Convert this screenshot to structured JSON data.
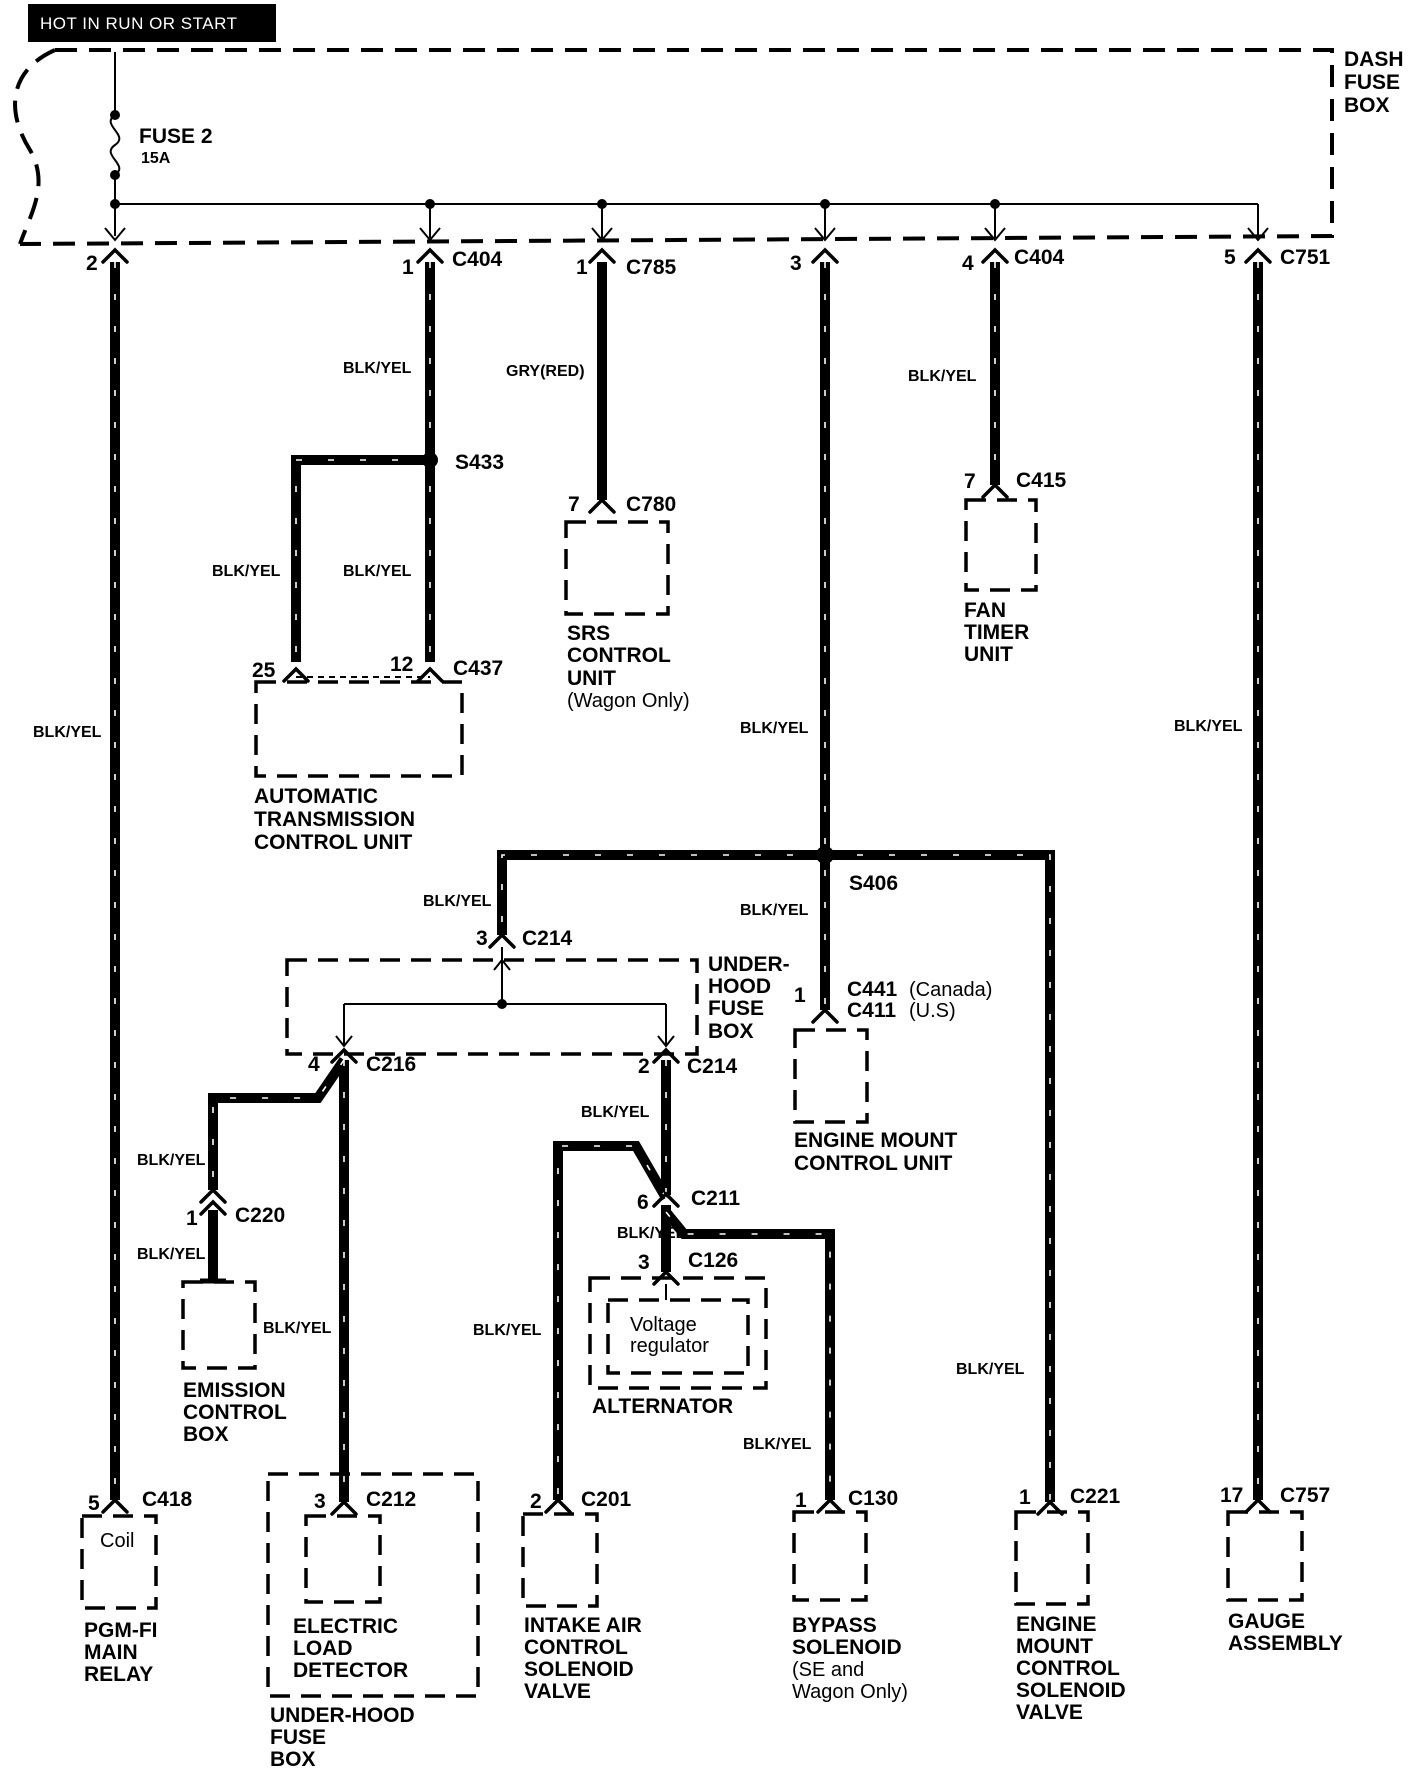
{
  "header": {
    "banner": "HOT IN RUN OR START"
  },
  "dash_fuse_box": {
    "label_lines": [
      "DASH",
      "FUSE",
      "BOX"
    ]
  },
  "fuse": {
    "name": "FUSE 2",
    "rating": "15A"
  },
  "wire_color": "BLK/YEL",
  "wire_color_srs": "GRY(RED)",
  "top_terminals": [
    {
      "pin": "2",
      "connector": ""
    },
    {
      "pin": "1",
      "connector": "C404"
    },
    {
      "pin": "1",
      "connector": "C785"
    },
    {
      "pin": "3",
      "connector": ""
    },
    {
      "pin": "4",
      "connector": "C404"
    },
    {
      "pin": "5",
      "connector": "C751"
    }
  ],
  "splices": {
    "s433": "S433",
    "s406": "S406"
  },
  "atcu": {
    "pin_a": "25",
    "pin_b": "12",
    "connector": "C437",
    "label_lines": [
      "AUTOMATIC",
      "TRANSMISSION",
      "CONTROL UNIT"
    ]
  },
  "srs": {
    "pin": "7",
    "connector": "C780",
    "label_lines": [
      "SRS",
      "CONTROL",
      "UNIT"
    ],
    "note": "(Wagon Only)"
  },
  "fan_timer": {
    "pin": "7",
    "connector": "C415",
    "label_lines": [
      "FAN",
      "TIMER",
      "UNIT"
    ]
  },
  "underhood_fuse_box": {
    "label_lines": [
      "UNDER-",
      "HOOD",
      "FUSE",
      "BOX"
    ],
    "in_pin": "3",
    "in_connector": "C214",
    "out_left_pin": "4",
    "out_left_connector": "C216",
    "out_right_pin": "2",
    "out_right_connector": "C214"
  },
  "engine_mount_cu": {
    "pin": "1",
    "connector_1": "C441",
    "connector_1_note": "(Canada)",
    "connector_2": "C411",
    "connector_2_note": "(U.S)",
    "label_lines": [
      "ENGINE MOUNT",
      "CONTROL UNIT"
    ]
  },
  "emission_control": {
    "pin": "1",
    "connector": "C220",
    "label_lines": [
      "EMISSION",
      "CONTROL",
      "BOX"
    ]
  },
  "c211": {
    "pin": "6",
    "connector": "C211"
  },
  "alternator": {
    "pin": "3",
    "connector": "C126",
    "inner_lines": [
      "Voltage",
      "regulator"
    ],
    "label": "ALTERNATOR"
  },
  "pgm_fi": {
    "pin": "5",
    "connector": "C418",
    "inner": "Coil",
    "label_lines": [
      "PGM-FI",
      "MAIN",
      "RELAY"
    ]
  },
  "eld": {
    "pin": "3",
    "connector": "C212",
    "label_lines": [
      "ELECTRIC",
      "LOAD",
      "DETECTOR"
    ],
    "box_label_lines": [
      "UNDER-HOOD",
      "FUSE",
      "BOX"
    ]
  },
  "iacv": {
    "pin": "2",
    "connector": "C201",
    "label_lines": [
      "INTAKE AIR",
      "CONTROL",
      "SOLENOID",
      "VALVE"
    ]
  },
  "bypass": {
    "pin": "1",
    "connector": "C130",
    "label_lines": [
      "BYPASS",
      "SOLENOID"
    ],
    "note_lines": [
      "(SE  and",
      "Wagon Only)"
    ]
  },
  "emcsv": {
    "pin": "1",
    "connector": "C221",
    "label_lines": [
      "ENGINE",
      "MOUNT",
      "CONTROL",
      "SOLENOID",
      "VALVE"
    ]
  },
  "gauge": {
    "pin": "17",
    "connector": "C757",
    "label_lines": [
      "GAUGE",
      "ASSEMBLY"
    ]
  }
}
